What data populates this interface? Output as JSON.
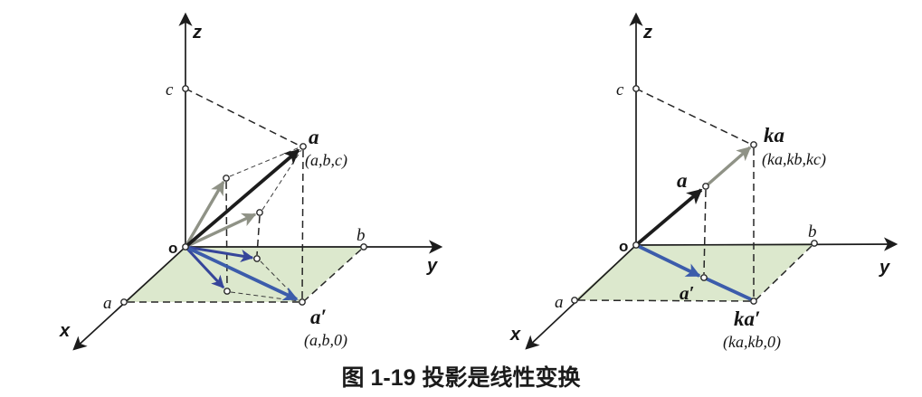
{
  "caption": "图 1-19 投影是线性变换",
  "colors": {
    "axis": "#1c1c1c",
    "label": "#151515",
    "vector_black": "#1c1c1c",
    "vector_gray": "#8f9286",
    "vector_blue": "#3c5cab",
    "vector_blue_dark": "#36459a",
    "plane_green": "#dce8cd"
  },
  "left": {
    "axis_labels": {
      "x": "x",
      "y": "y",
      "z": "z"
    },
    "origin_label": "o",
    "tick_labels": {
      "x_a": "a",
      "y_b": "b",
      "z_c": "c"
    },
    "vector_label": "a",
    "vector_coords": "(a,b,c)",
    "projection_label": "a′",
    "projection_coords": "(a,b,0)"
  },
  "right": {
    "axis_labels": {
      "x": "x",
      "y": "y",
      "z": "z"
    },
    "origin_label": "o",
    "tick_labels": {
      "x_a": "a",
      "y_b": "b",
      "z_c": "c"
    },
    "scaled_vector_label": "ka",
    "scaled_vector_coords": "(ka,kb,kc)",
    "vector_label": "a",
    "projection_label": "a′",
    "scaled_projection_label": "ka′",
    "scaled_projection_coords": "(ka,kb,0)"
  }
}
